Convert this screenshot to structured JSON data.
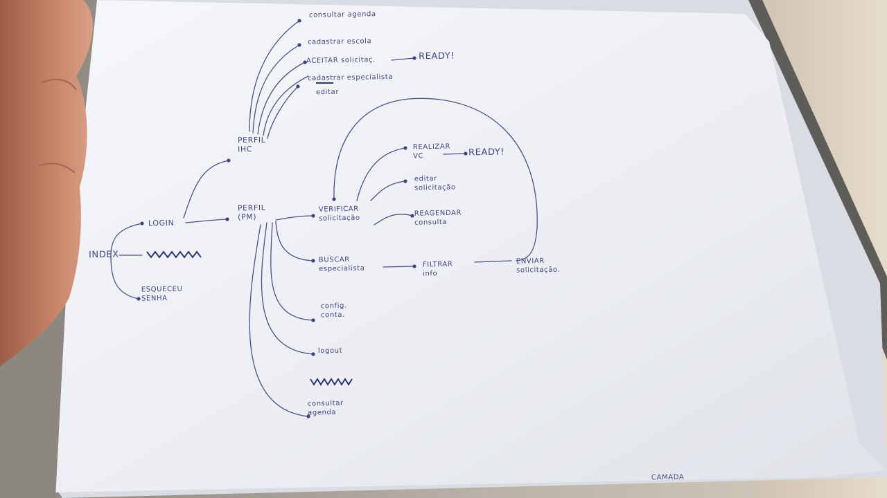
{
  "notes": {
    "index": "INDEX",
    "login": "LOGIN",
    "esqueceu_senha": "ESQUECEU SENHA",
    "perfil_ihc": "PERFIL IHC",
    "perfil_pm": "PERFIL (PM)",
    "consultar_agenda_top": "consultar agenda",
    "cadastrar_escola": "cadastrar escola",
    "aceitar_solicitacao": "ACEITAR solicitaç.",
    "ready_1": "READY!",
    "cadastrar_especialista": "cadastrar especialista",
    "editar": "editar",
    "verificar_solicitacao": "VERIFICAR solicitação",
    "realizar_vc": "REALIZAR VC",
    "ready_2": "READY!",
    "editar_solicitacao": "editar solicitação",
    "reagendar_consulta": "REAGENDAR consulta",
    "buscar_especialista": "BUSCAR especialista",
    "filtrar_info": "FILTRAR info",
    "enviar_solicitacao": "ENVIAR solicitação.",
    "config_conta": "config. conta.",
    "logout": "logout",
    "consultar_agenda_bottom": "consultar agenda",
    "bottom_edge_text": "CAMADA"
  },
  "colors": {
    "ink": "#3f4780",
    "paper": "#f1f2f6",
    "paper_shadow": "#dfe1e7",
    "hand": "#c9856a",
    "background_right": "#d9cfbf"
  }
}
